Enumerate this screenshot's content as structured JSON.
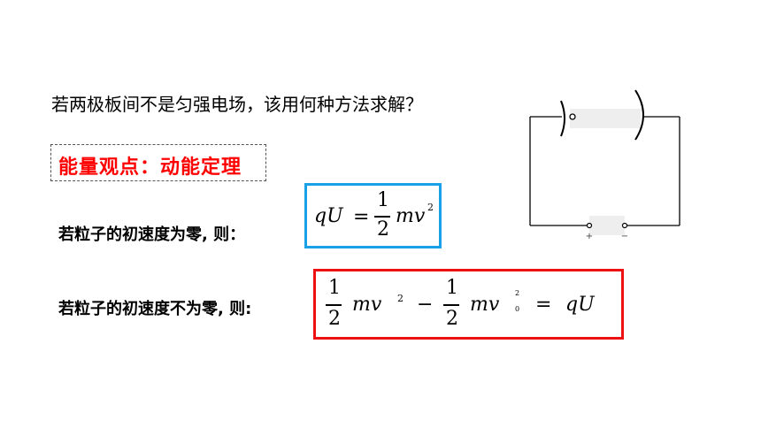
{
  "question": "若两极板间不是匀强电场，该用何种方法求解？",
  "method": "能量观点：动能定理",
  "case_zero": "若粒子的初速度为零, 则：",
  "case_nonzero": "若粒子的初速度不为零, 则:",
  "formula1": {
    "lhs": "qU",
    "eq": "=",
    "num": "1",
    "den": "2",
    "mv": "mv",
    "exp": "2"
  },
  "formula2": {
    "num1": "1",
    "den1": "2",
    "mv1": "mv",
    "exp1": "2",
    "minus": "−",
    "num2": "1",
    "den2": "2",
    "mv2": "mv",
    "exp2": "2",
    "sub2": "0",
    "eq": "=",
    "rhs": "qU"
  },
  "circuit": {
    "plus": "+",
    "minus": "−"
  },
  "colors": {
    "blue_box": "#1aa0e6",
    "red_box": "#ee1111",
    "method_text": "#ff0000"
  }
}
